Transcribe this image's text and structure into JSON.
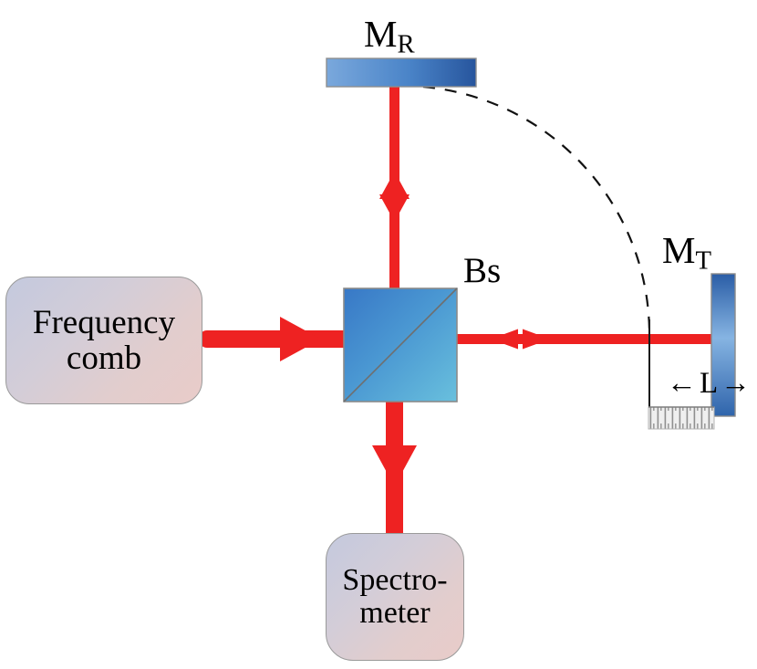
{
  "figure": {
    "type": "optical-interferometer-schematic",
    "description": "Michelson interferometer with frequency comb source, beam splitter, reference mirror and translating target mirror",
    "background_color": "#ffffff"
  },
  "devices": {
    "source": {
      "name": "frequency-comb",
      "line1": "Frequency",
      "line2": "comb",
      "gradient_from": "#c4c9de",
      "gradient_to": "#e9ccc9",
      "border_color": "#9a9a9a"
    },
    "detector": {
      "name": "spectrometer",
      "line1": "Spectro-",
      "line2": "meter",
      "gradient_from": "#c4c9de",
      "gradient_to": "#e9ccc9",
      "border_color": "#9a9a9a"
    }
  },
  "labels": {
    "reference_mirror": {
      "base": "M",
      "subscript": "R"
    },
    "target_mirror": {
      "base": "M",
      "subscript": "T"
    },
    "beam_splitter": "Bs",
    "distance": "L"
  },
  "optics": {
    "beam_splitter": {
      "name": "beam-splitter",
      "gradient_from": "#3a7dc8",
      "gradient_to": "#64bcdc",
      "border_color": "#8a8a8a",
      "diagonal_color": "#6b6b6b"
    },
    "reference_mirror": {
      "name": "reference-mirror",
      "gradient_from": "#6f9fd8",
      "gradient_to": "#2b5fa8",
      "border_color": "#8a8a8a"
    },
    "target_mirror": {
      "name": "target-mirror",
      "gradient_from": "#2b5fa8",
      "gradient_to": "#7fb0e0",
      "border_color": "#8a8a8a"
    }
  },
  "beams": {
    "color": "#ee2222",
    "input_beam": "frequency comb to beam splitter, thick rightward arrow",
    "output_beam": "beam splitter to spectrometer, thick downward arrow",
    "reference_arm": "beam splitter to reference mirror, bidirectional arrow",
    "target_arm": "beam splitter to target mirror, bidirectional arrow"
  },
  "annotations": {
    "arc": {
      "name": "equal-path-arc",
      "style": "dashed",
      "color": "#111111",
      "meaning": "equal optical path radius from beam splitter"
    },
    "dimension": {
      "name": "distance-L",
      "label": "L",
      "left_arrow": "←",
      "right_arrow": "→"
    },
    "ground_hatch": {
      "name": "fixed-reference-hatching",
      "color": "#9a9a9a"
    }
  }
}
